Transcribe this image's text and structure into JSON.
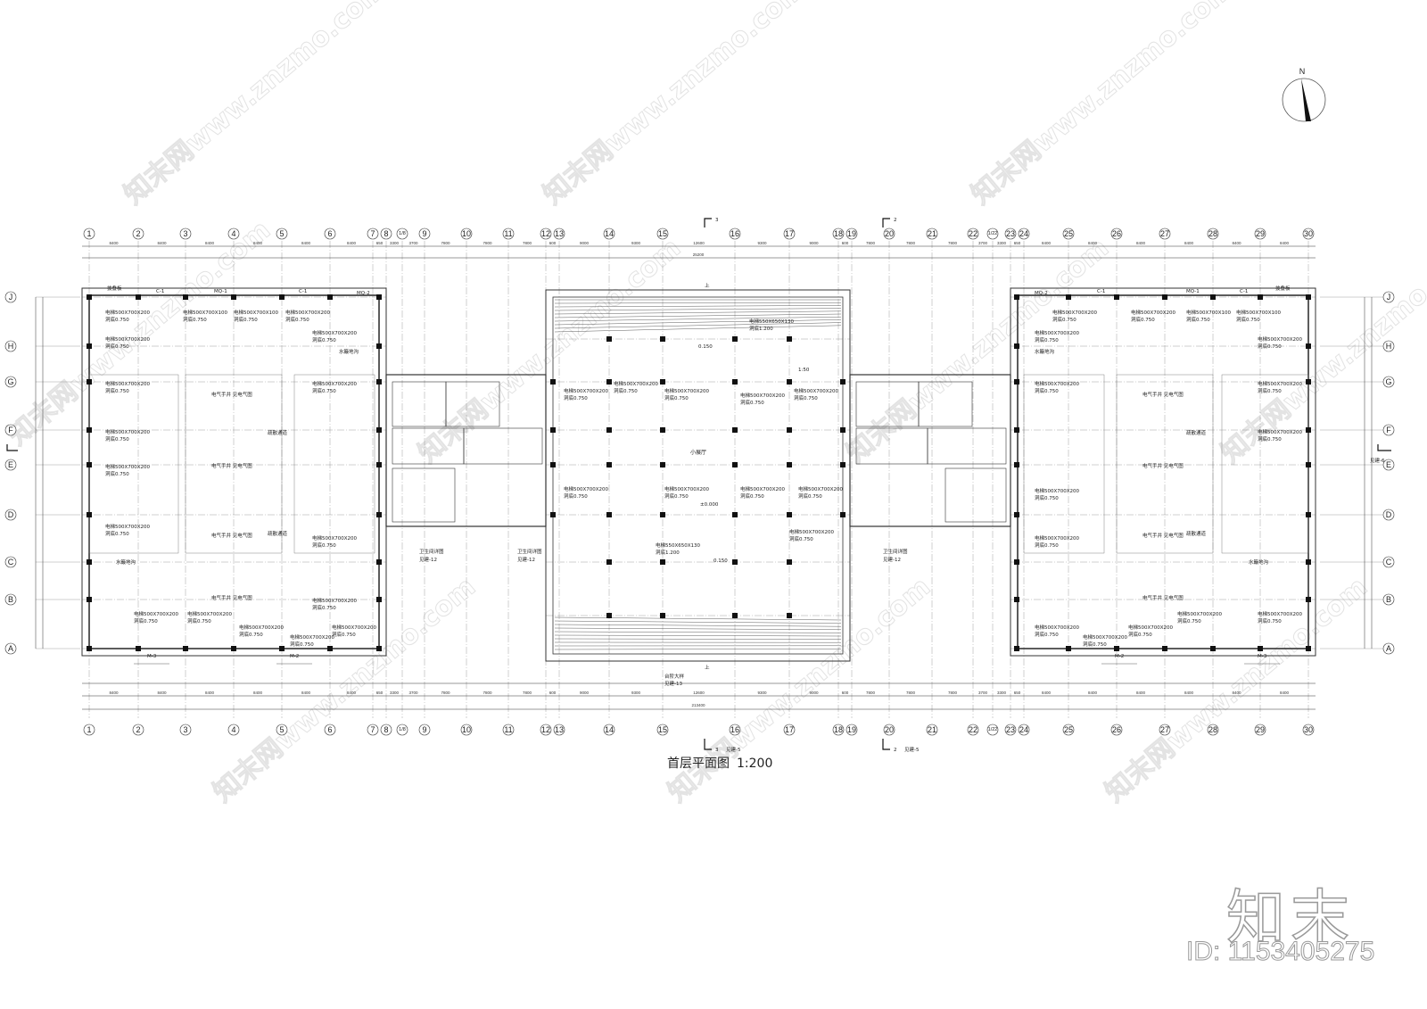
{
  "drawing": {
    "title": "首层平面图",
    "scale": "1:200",
    "north_label": "N",
    "overall_dimension": "213400",
    "section_marks": [
      {
        "number": "3",
        "ref": "见建-5"
      },
      {
        "number": "2",
        "ref": "见建-5"
      }
    ],
    "side_ref": "见建-6"
  },
  "axes": {
    "columns": [
      "1",
      "2",
      "3",
      "4",
      "5",
      "6",
      "7",
      "8",
      "1/8",
      "9",
      "10",
      "11",
      "12",
      "13",
      "14",
      "15",
      "16",
      "17",
      "18",
      "19",
      "20",
      "21",
      "22",
      "1/22",
      "23",
      "24",
      "25",
      "26",
      "27",
      "28",
      "29",
      "30"
    ],
    "rows": [
      "J",
      "H",
      "G",
      "F",
      "E",
      "D",
      "C",
      "B",
      "A"
    ]
  },
  "dimensions": {
    "top_bays": [
      "8400",
      "8400",
      "8400",
      "8400",
      "8400",
      "8400",
      "650",
      "3300",
      "3700",
      "7800",
      "7800",
      "7800",
      "600",
      "9000",
      "9300",
      "12600",
      "9300",
      "9000",
      "600",
      "7800",
      "7800",
      "7800",
      "3700",
      "3300",
      "650",
      "8400",
      "8400",
      "8400",
      "8400",
      "8400",
      "8400"
    ],
    "center_span": "25200"
  },
  "labels": {
    "windows": [
      "C-1",
      "MQ-1",
      "C-1",
      "MQ-2",
      "MQ-2",
      "C-1",
      "MQ-1",
      "C-1"
    ],
    "doors": [
      "M-3",
      "M-2",
      "M-2",
      "M-3"
    ],
    "cover": "披叠板",
    "vent": "电梯500X700X200",
    "vent_sill": "洞底0.750",
    "vent_alt": "电梯500X700X100",
    "elec_box": "电气手井 见电气图",
    "fire_channel": "疏散通道",
    "water_pit": "水簸地沟",
    "hall": "小展厅",
    "level_0": "±0.000",
    "level_150": "0.150",
    "main_stair": "台阶大样",
    "main_stair_ref": "见建-13",
    "up": "上",
    "duct": "电梯550X650X130",
    "duct_sill": "洞底1.200",
    "slope": "1:50",
    "toilet_detail": "卫生间详图",
    "toilet_ref": "见建-12"
  },
  "watermark": {
    "text": "www.znzmo.com",
    "brand": "知末网",
    "logo": "知末",
    "id": "ID: 1153405275"
  }
}
